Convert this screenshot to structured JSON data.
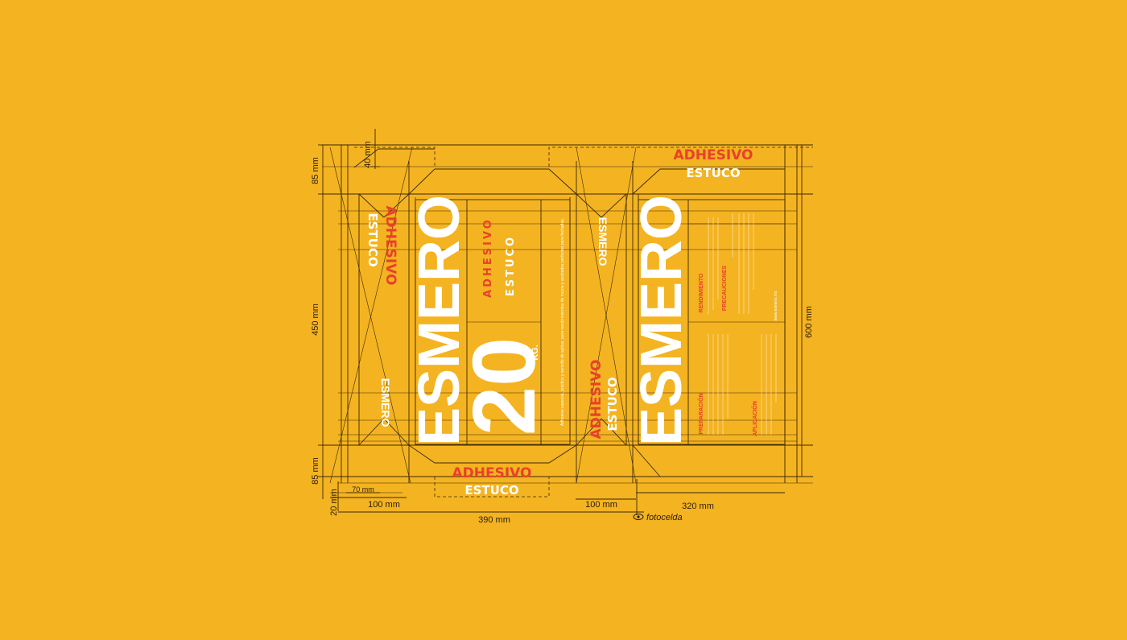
{
  "colors": {
    "background": "#f4b321",
    "accent_red": "#e8412a",
    "line": "#3a2a06",
    "brand_white": "#ffffff"
  },
  "dimensions": {
    "top_flap": "85 mm",
    "top_tab": "40 mm",
    "height": "450 mm",
    "bottom_flap": "85 mm",
    "bottom_tab": "20 mm",
    "tab_width": "70 mm",
    "left_side": "100 mm",
    "right_side": "100 mm",
    "front_width": "390 mm",
    "back_width": "320 mm",
    "total_height": "600 mm",
    "sensor_label": "fotocelda"
  },
  "product": {
    "word_adhesivo": "ADHESIVO",
    "word_estuco": "ESTUCO",
    "brand": "ESMERO",
    "registered": "®",
    "weight_number": "20",
    "weight_unit": "KG.",
    "front_description": "Adhesivo especial, práctico y sencillo de aplicar, para recubrimientos de muros y acabados perfectos para fachadas.",
    "spaced_adhesivo": "ADHESIVO",
    "spaced_estuco": "ESTUCO",
    "back_heading_rendimiento": "RENDIMIENTO",
    "back_heading_precauciones": "PRECAUCIONES",
    "back_heading_preparacion": "PREPARACIÓN",
    "back_heading_aplicacion": "APLICACIÓN",
    "website": "www.esmero.mx"
  }
}
